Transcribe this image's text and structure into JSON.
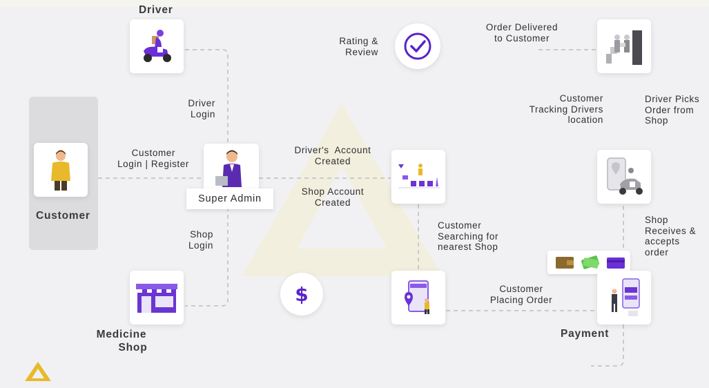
{
  "nodes": {
    "driver": "Driver",
    "customer": "Customer",
    "super_admin": "Super Admin",
    "medicine_shop_1": "Medicine",
    "medicine_shop_2": "Shop",
    "payment": "Payment"
  },
  "edges": {
    "driver_login_1": "Driver",
    "driver_login_2": "Login",
    "customer_login_1": "Customer",
    "customer_login_2": "Login | Register",
    "shop_login_1": "Shop",
    "shop_login_2": "Login",
    "driver_account_1": "Driver's  Account",
    "driver_account_2": "Created",
    "shop_account_1": "Shop Account",
    "shop_account_2": "Created",
    "rating_1": "Rating &",
    "rating_2": "Review",
    "delivered_1": "Order Delivered",
    "delivered_2": "to Customer",
    "tracking_1": "Customer",
    "tracking_2": "Tracking Drivers",
    "tracking_3": "location",
    "picks_1": "Driver Picks",
    "picks_2": "Order from",
    "picks_3": "Shop",
    "searching_1": "Customer",
    "searching_2": "Searching for",
    "searching_3": "nearest Shop",
    "receives_1": "Shop",
    "receives_2": "Receives &",
    "receives_3": "accepts",
    "receives_4": "order",
    "placing_1": "Customer",
    "placing_2": "Placing Order"
  },
  "icons": {
    "dollar": "$",
    "rating": "checkmark-icon",
    "payment_methods": [
      "wallet-icon",
      "cash-icon",
      "card-icon"
    ]
  },
  "colors": {
    "accent": "#5a22c9",
    "brand_yellow": "#e8b92a",
    "line": "#bdbdbd"
  }
}
